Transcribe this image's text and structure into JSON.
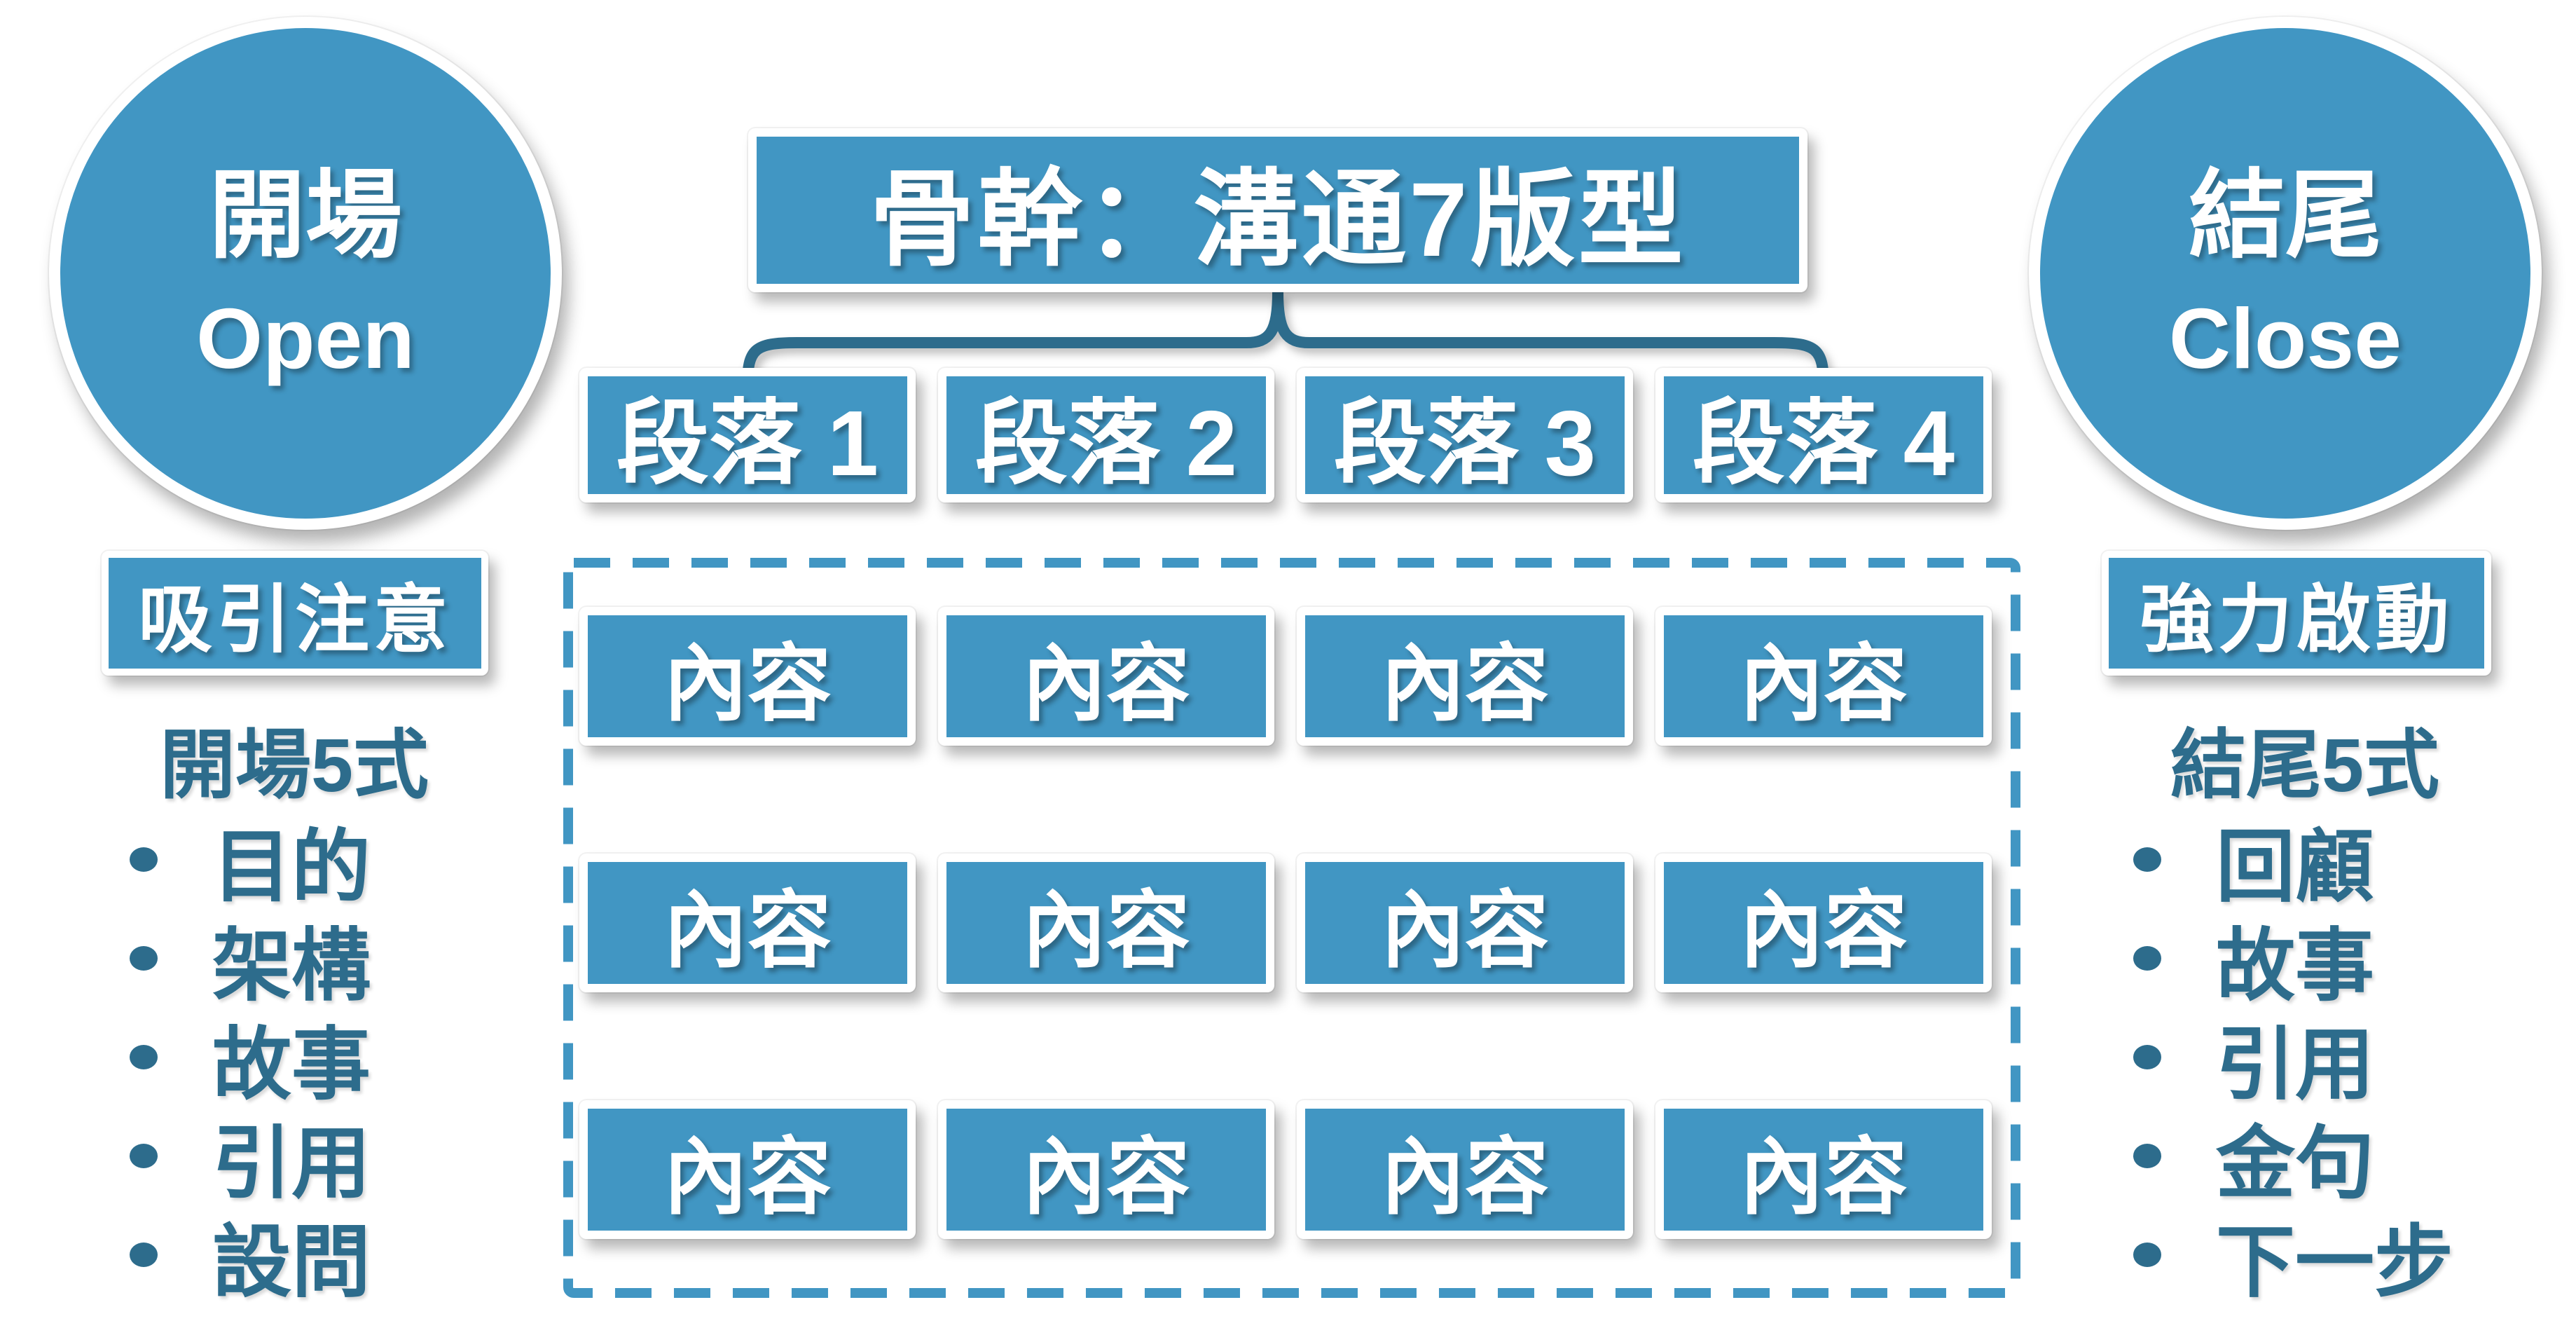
{
  "colors": {
    "primary": "#4196C3",
    "dark": "#2D6C8C",
    "background": "#FFFFFF"
  },
  "banner": {
    "title": "骨幹：溝通7版型"
  },
  "sections": [
    "段落 1",
    "段落 2",
    "段落 3",
    "段落 4"
  ],
  "content_label": "內容",
  "content_grid": {
    "rows": 3,
    "columns": 4
  },
  "open_section": {
    "circle_title": "開場",
    "circle_subtitle": "Open",
    "badge": "吸引注意",
    "list_title": "開場5式",
    "bullets": [
      "目的",
      "架構",
      "故事",
      "引用",
      "設問"
    ]
  },
  "close_section": {
    "circle_title": "結尾",
    "circle_subtitle": "Close",
    "badge": "強力啟動",
    "list_title": "結尾5式",
    "bullets": [
      "回顧",
      "故事",
      "引用",
      "金句",
      "下一步"
    ]
  }
}
